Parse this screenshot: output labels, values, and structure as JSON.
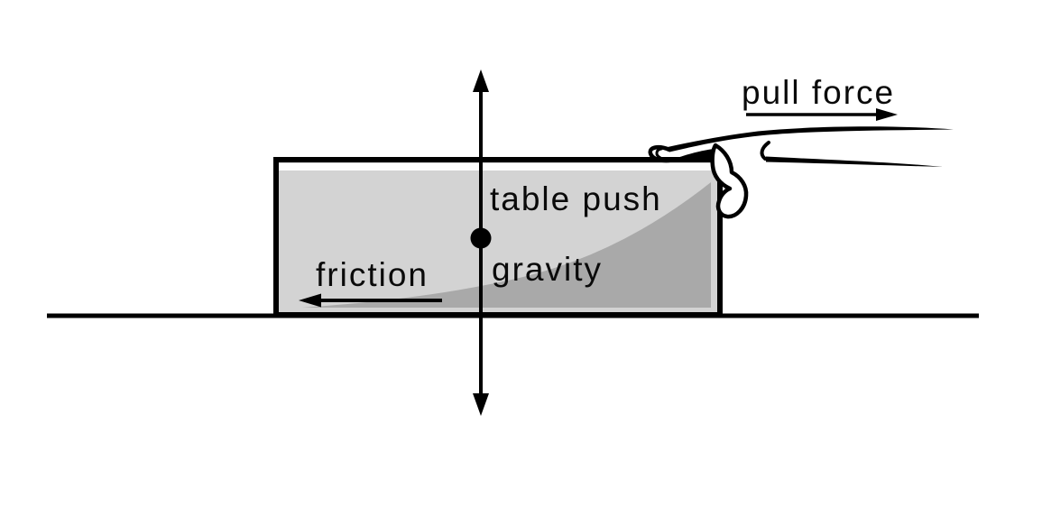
{
  "figure": {
    "type": "physics-force-diagram",
    "description": "Free-body sketch of a block on a table being pulled by a finger",
    "labels": {
      "pull_force": "pull force",
      "table_push": "table push",
      "gravity": "gravity",
      "friction": "friction"
    },
    "colors": {
      "background": "#ffffff",
      "outline": "#000000",
      "block_fill": "#d3d3d3",
      "block_highlight": "#fdfdfd",
      "shading_fill": "#a9a9a9",
      "hand_fill": "#ffffff",
      "text": "#0a0a0a"
    }
  }
}
